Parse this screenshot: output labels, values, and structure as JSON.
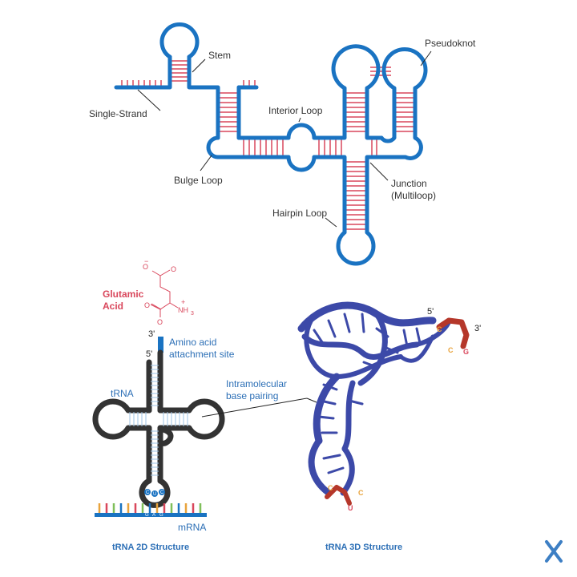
{
  "rna_labels": {
    "stem": "Stem",
    "single_strand": "Single-Strand",
    "pseudoknot": "Pseudoknot",
    "interior_loop": "Interior Loop",
    "bulge_loop": "Bulge Loop",
    "junction_line1": "Junction",
    "junction_line2": "(Multiloop)",
    "hairpin_loop": "Hairpin Loop"
  },
  "trna_2d": {
    "amino_acid_name_line1": "Glutamic",
    "amino_acid_name_line2": "Acid",
    "minus_sign": "−",
    "plus_sign": "+",
    "oxygen": "O",
    "nh3": "NH",
    "nh3_sub": "3",
    "three_prime": "3'",
    "five_prime": "5'",
    "attachment_line1": "Amino acid",
    "attachment_line2": "attachment site",
    "trna_label": "tRNA",
    "mrna_label": "mRNA",
    "anticodon": [
      "C",
      "U",
      "C"
    ],
    "codon": [
      "G",
      "A",
      "G"
    ],
    "caption": "tRNA 2D Structure"
  },
  "intramolecular_line1": "Intramolecular",
  "intramolecular_line2": "base pairing",
  "trna_3d": {
    "five_prime": "5'",
    "three_prime": "3'",
    "cca_c1": "C",
    "cca_c2": "C",
    "cca_g": "G",
    "anticodon_c1": "C",
    "anticodon_u": "U",
    "anticodon_c2": "C",
    "caption": "tRNA 3D Structure"
  },
  "logo_icon": "x-logo-icon",
  "colors": {
    "strand_blue": "#1a73c2",
    "pair_pink": "#d9475c",
    "trna_dark": "#333333",
    "ribbon_blue": "#3c49a8",
    "ribbon_red": "#b5372a",
    "label_blue": "#2c6fb6",
    "accent_orange": "#e8a33c"
  }
}
